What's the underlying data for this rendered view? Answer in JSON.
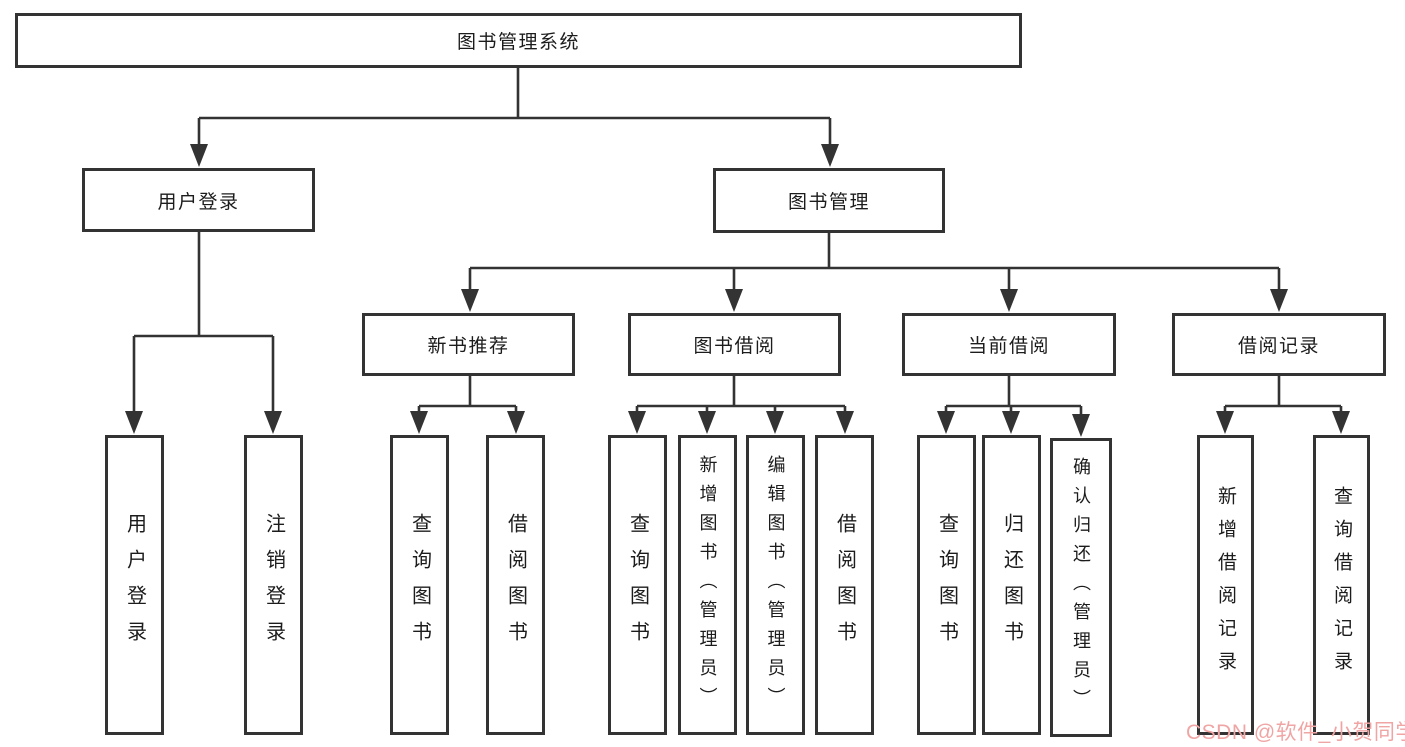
{
  "diagram": {
    "title": "图书管理系统",
    "root": {
      "label": "图书管理系统"
    },
    "level2": [
      {
        "label": "用户登录"
      },
      {
        "label": "图书管理"
      }
    ],
    "level3": [
      {
        "label": "新书推荐",
        "parent": "图书管理"
      },
      {
        "label": "图书借阅",
        "parent": "图书管理"
      },
      {
        "label": "当前借阅",
        "parent": "图书管理"
      },
      {
        "label": "借阅记录",
        "parent": "图书管理"
      }
    ],
    "leaves": [
      {
        "label": "用户登录",
        "parent": "用户登录"
      },
      {
        "label": "注销登录",
        "parent": "用户登录"
      },
      {
        "label": "查询图书",
        "parent": "新书推荐"
      },
      {
        "label": "借阅图书",
        "parent": "新书推荐"
      },
      {
        "label": "查询图书",
        "parent": "图书借阅"
      },
      {
        "label": "新增图书（管理员）",
        "parent": "图书借阅"
      },
      {
        "label": "编辑图书（管理员）",
        "parent": "图书借阅"
      },
      {
        "label": "借阅图书",
        "parent": "图书借阅"
      },
      {
        "label": "查询图书",
        "parent": "当前借阅"
      },
      {
        "label": "归还图书",
        "parent": "当前借阅"
      },
      {
        "label": "确认归还（管理员）",
        "parent": "当前借阅"
      },
      {
        "label": "新增借阅记录",
        "parent": "借阅记录"
      },
      {
        "label": "查询借阅记录",
        "parent": "借阅记录"
      }
    ],
    "colors": {
      "line": "#333333",
      "box_border": "#333333",
      "text": "#1c1c1c",
      "background": "#ffffff"
    }
  },
  "watermark": {
    "text": "CSDN @软件_小贺同学",
    "color": "#f0a5a5"
  }
}
